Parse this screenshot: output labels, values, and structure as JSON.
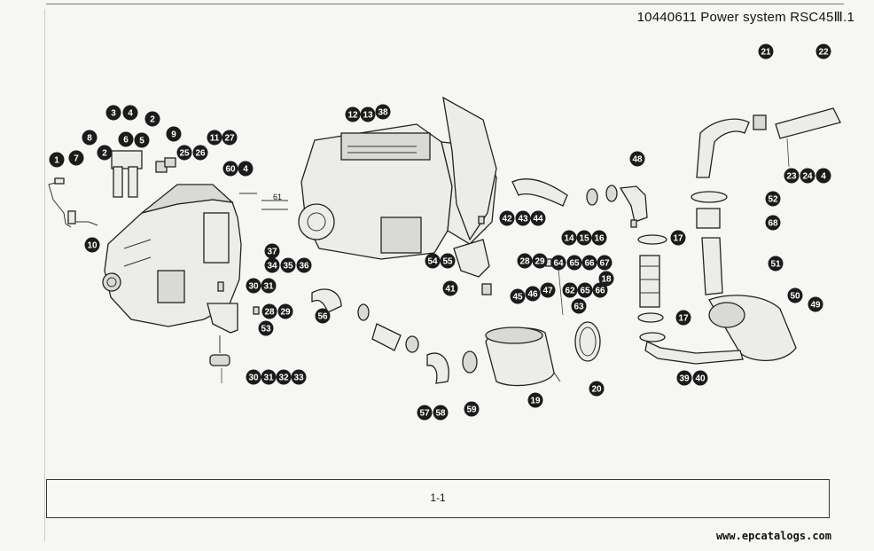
{
  "header": {
    "title": "10440611 Power system RSC45Ⅲ.1"
  },
  "footer": {
    "page_number": "1-1"
  },
  "watermark": "www.epcatalogs.com",
  "diagram": {
    "callouts": [
      {
        "id": "1",
        "label": "1"
      },
      {
        "id": "7",
        "label": "7"
      },
      {
        "id": "8",
        "label": "8"
      },
      {
        "id": "3",
        "label": "3"
      },
      {
        "id": "4a",
        "label": "4"
      },
      {
        "id": "2a",
        "label": "2"
      },
      {
        "id": "6",
        "label": "6"
      },
      {
        "id": "5",
        "label": "5"
      },
      {
        "id": "2b",
        "label": "2"
      },
      {
        "id": "9",
        "label": "9"
      },
      {
        "id": "25",
        "label": "25"
      },
      {
        "id": "26",
        "label": "26"
      },
      {
        "id": "11",
        "label": "11"
      },
      {
        "id": "27",
        "label": "27"
      },
      {
        "id": "60",
        "label": "60"
      },
      {
        "id": "4b",
        "label": "4"
      },
      {
        "id": "10",
        "label": "10"
      },
      {
        "id": "12",
        "label": "12"
      },
      {
        "id": "13",
        "label": "13"
      },
      {
        "id": "38",
        "label": "38"
      },
      {
        "id": "37",
        "label": "37"
      },
      {
        "id": "34",
        "label": "34"
      },
      {
        "id": "35",
        "label": "35"
      },
      {
        "id": "36",
        "label": "36"
      },
      {
        "id": "30a",
        "label": "30"
      },
      {
        "id": "31a",
        "label": "31"
      },
      {
        "id": "28a",
        "label": "28"
      },
      {
        "id": "29a",
        "label": "29"
      },
      {
        "id": "53",
        "label": "53"
      },
      {
        "id": "30b",
        "label": "30"
      },
      {
        "id": "31b",
        "label": "31"
      },
      {
        "id": "32",
        "label": "32"
      },
      {
        "id": "33",
        "label": "33"
      },
      {
        "id": "42",
        "label": "42"
      },
      {
        "id": "43",
        "label": "43"
      },
      {
        "id": "44",
        "label": "44"
      },
      {
        "id": "48",
        "label": "48"
      },
      {
        "id": "54",
        "label": "54"
      },
      {
        "id": "55",
        "label": "55"
      },
      {
        "id": "28b",
        "label": "28"
      },
      {
        "id": "29b",
        "label": "29"
      },
      {
        "id": "41",
        "label": "41"
      },
      {
        "id": "45",
        "label": "45"
      },
      {
        "id": "46",
        "label": "46"
      },
      {
        "id": "47",
        "label": "47"
      },
      {
        "id": "56",
        "label": "56"
      },
      {
        "id": "57",
        "label": "57"
      },
      {
        "id": "58",
        "label": "58"
      },
      {
        "id": "59",
        "label": "59"
      },
      {
        "id": "19",
        "label": "19"
      },
      {
        "id": "14",
        "label": "14"
      },
      {
        "id": "15",
        "label": "15"
      },
      {
        "id": "16",
        "label": "16"
      },
      {
        "id": "17a",
        "label": "17"
      },
      {
        "id": "64",
        "label": "64"
      },
      {
        "id": "65a",
        "label": "65"
      },
      {
        "id": "66a",
        "label": "66"
      },
      {
        "id": "67",
        "label": "67"
      },
      {
        "id": "18",
        "label": "18"
      },
      {
        "id": "62",
        "label": "62"
      },
      {
        "id": "65b",
        "label": "65"
      },
      {
        "id": "66b",
        "label": "66"
      },
      {
        "id": "63",
        "label": "63"
      },
      {
        "id": "17b",
        "label": "17"
      },
      {
        "id": "20",
        "label": "20"
      },
      {
        "id": "21",
        "label": "21"
      },
      {
        "id": "22",
        "label": "22"
      },
      {
        "id": "23",
        "label": "23"
      },
      {
        "id": "24",
        "label": "24"
      },
      {
        "id": "4c",
        "label": "4"
      },
      {
        "id": "52",
        "label": "52"
      },
      {
        "id": "68",
        "label": "68"
      },
      {
        "id": "51",
        "label": "51"
      },
      {
        "id": "50",
        "label": "50"
      },
      {
        "id": "49",
        "label": "49"
      },
      {
        "id": "39",
        "label": "39"
      },
      {
        "id": "40",
        "label": "40"
      }
    ],
    "small_labels": [
      {
        "id": "61",
        "label": "61"
      }
    ]
  }
}
